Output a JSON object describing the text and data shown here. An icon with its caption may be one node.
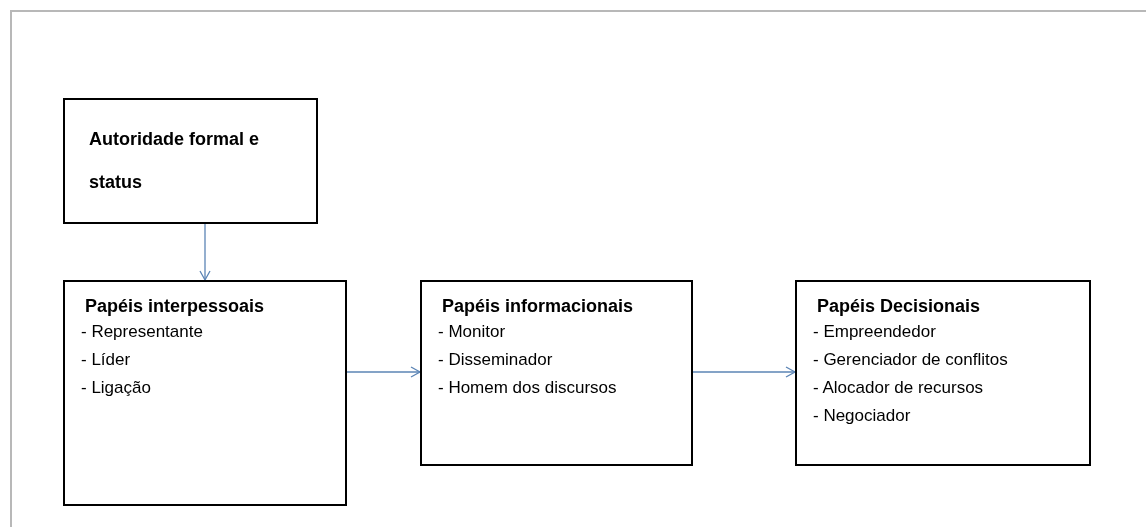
{
  "diagram": {
    "nodes": [
      {
        "text": [
          "Autoridade formal e status"
        ]
      },
      {
        "text": [
          "Papéis interpessoais",
          "- Representante",
          "- Líder",
          "- Ligação"
        ]
      },
      {
        "text": [
          "Papéis informacionais",
          "- Monitor",
          "- Disseminador",
          "- Homem dos discursos"
        ]
      },
      {
        "text": [
          "Papéis Decisionais",
          "- Empreendedor",
          "- Gerenciador de conflitos",
          "- Alocador de recursos",
          "- Negociador"
        ]
      }
    ],
    "edges": [
      {
        "from": 0,
        "to": 1,
        "arrow": "to"
      },
      {
        "from": 1,
        "to": 2,
        "arrow": "to"
      },
      {
        "from": 2,
        "to": 3,
        "arrow": "to"
      }
    ]
  }
}
